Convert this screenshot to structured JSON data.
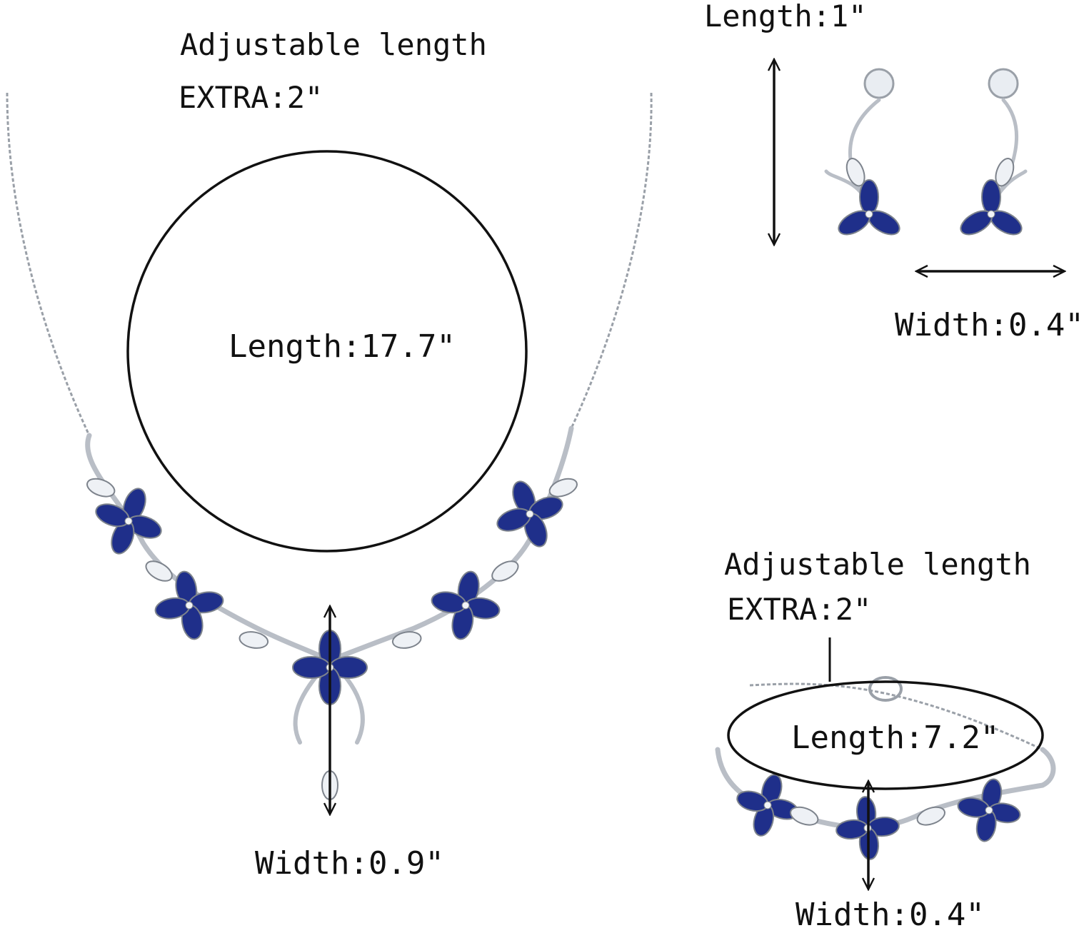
{
  "colors": {
    "sapphire": "#1f2f8a",
    "sapphire_light": "#3a4fc0",
    "silver": "#b9bec6",
    "silver_dark": "#7d838c",
    "ink": "#111111"
  },
  "necklace": {
    "adjustable": "Adjustable length",
    "extra": "EXTRA:2\"",
    "length": "Length:17.7\"",
    "width": "Width:0.9\""
  },
  "earrings": {
    "length": "Length:1\"",
    "width": "Width:0.4\""
  },
  "bracelet": {
    "adjustable": "Adjustable length",
    "extra": "EXTRA:2\"",
    "length": "Length:7.2\"",
    "width": "Width:0.4\""
  }
}
